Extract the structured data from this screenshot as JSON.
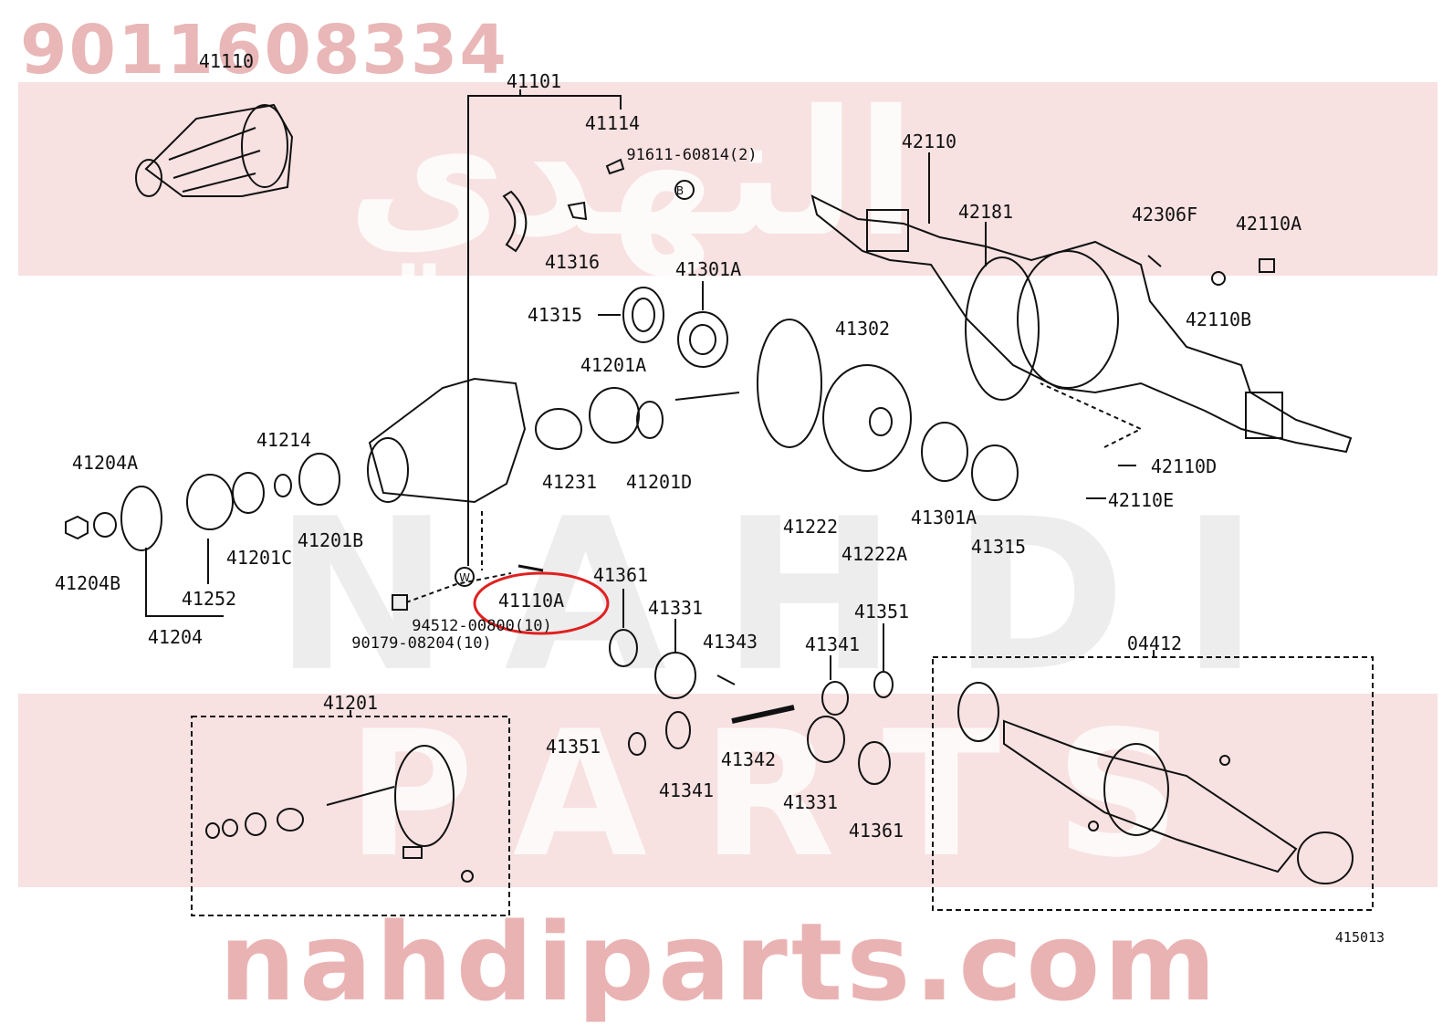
{
  "watermarks": {
    "part_number": "9011608334",
    "arabic": "النهدي",
    "brand_mid": "NAHDI",
    "brand_low": "PARTS",
    "site": "nahdiparts.com"
  },
  "diagram_id": "415013",
  "labels": {
    "l41110": "41110",
    "l41101": "41101",
    "l41114": "41114",
    "l91611": "91611-60814(2)",
    "l41316": "41316",
    "l42110": "42110",
    "l42181": "42181",
    "l42306f": "42306F",
    "l42110a": "42110A",
    "l42110b": "42110B",
    "l41315a": "41315",
    "l41301a_top": "41301A",
    "l41302": "41302",
    "l41201a": "41201A",
    "l41231": "41231",
    "l41201d": "41201D",
    "l41214": "41214",
    "l41204a": "41204A",
    "l41204b": "41204B",
    "l41201c": "41201C",
    "l41201b": "41201B",
    "l41252": "41252",
    "l41204": "41204",
    "l41110a": "41110A",
    "l94512": "94512-00800(10)",
    "l90179": "90179-08204(10)",
    "l41361_top": "41361",
    "l41331_top": "41331",
    "l41343": "41343",
    "l41341_top": "41341",
    "l41351_right": "41351",
    "l41222": "41222",
    "l41222a": "41222A",
    "l41301a_low": "41301A",
    "l41315_low": "41315",
    "l42110d": "42110D",
    "l42110e": "42110E",
    "l04412": "04412",
    "l41201_box": "41201",
    "l41351_left": "41351",
    "l41341_low": "41341",
    "l41342": "41342",
    "l41331_low": "41331",
    "l41361_low": "41361"
  },
  "highlight_color": "#e02020",
  "watermark_color": "#f1c8c8"
}
